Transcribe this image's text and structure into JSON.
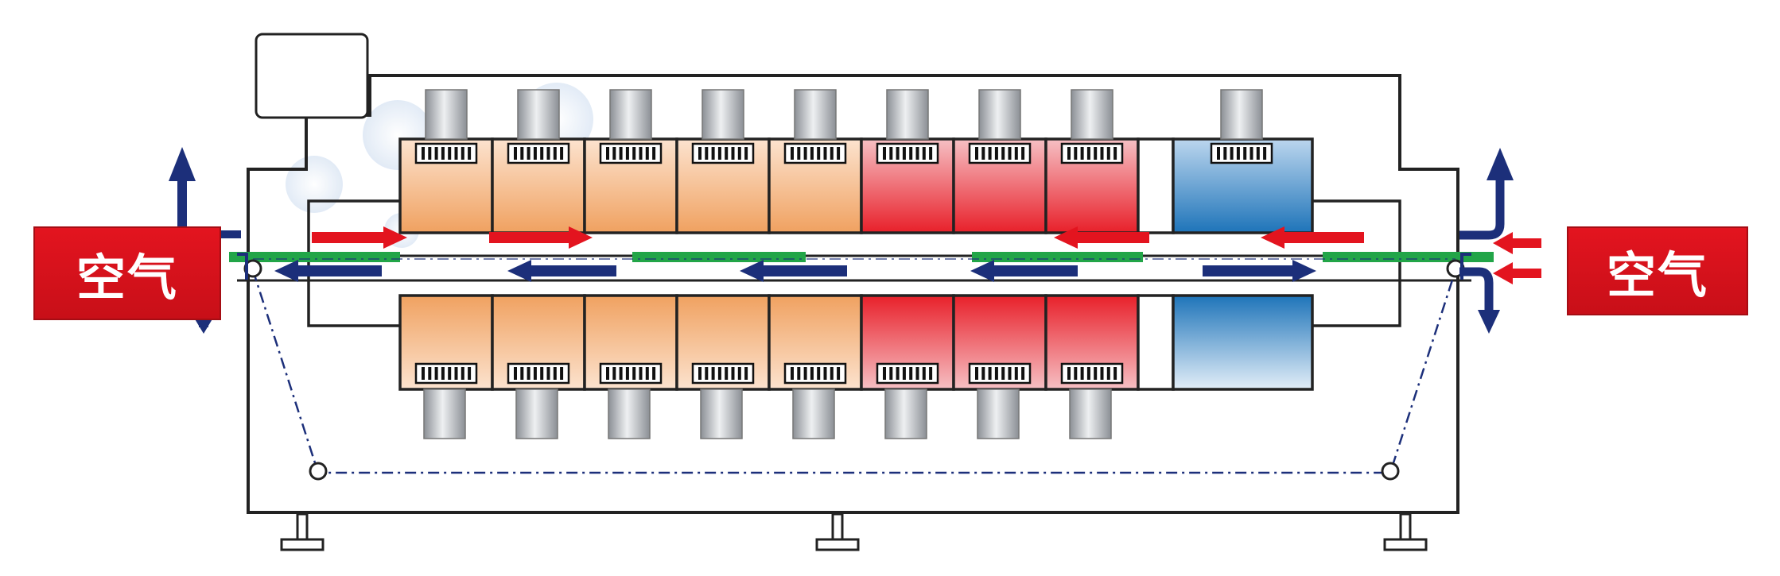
{
  "labels": {
    "air_left": "空气",
    "air_right": "空气"
  },
  "colors": {
    "preheat_zone": "#f0a160",
    "reflow_zone": "#e8202a",
    "cooling_zone": "#1e74b9",
    "hot_air_arrow": "#e3141f",
    "exhaust_arrow": "#1c2f7a",
    "conveyor_bar": "#22a548",
    "chain_line": "#1c2f7a",
    "air_box": "#d8141c",
    "outline": "#222222"
  },
  "zones": {
    "preheat_count": 5,
    "reflow_count": 3,
    "cooling_count": 1
  },
  "icons": [
    "fan-motor-icon",
    "heater-grille-icon",
    "air-flow-arrow-icon",
    "control-box-icon",
    "support-leg-icon",
    "chain-pulley-icon"
  ]
}
